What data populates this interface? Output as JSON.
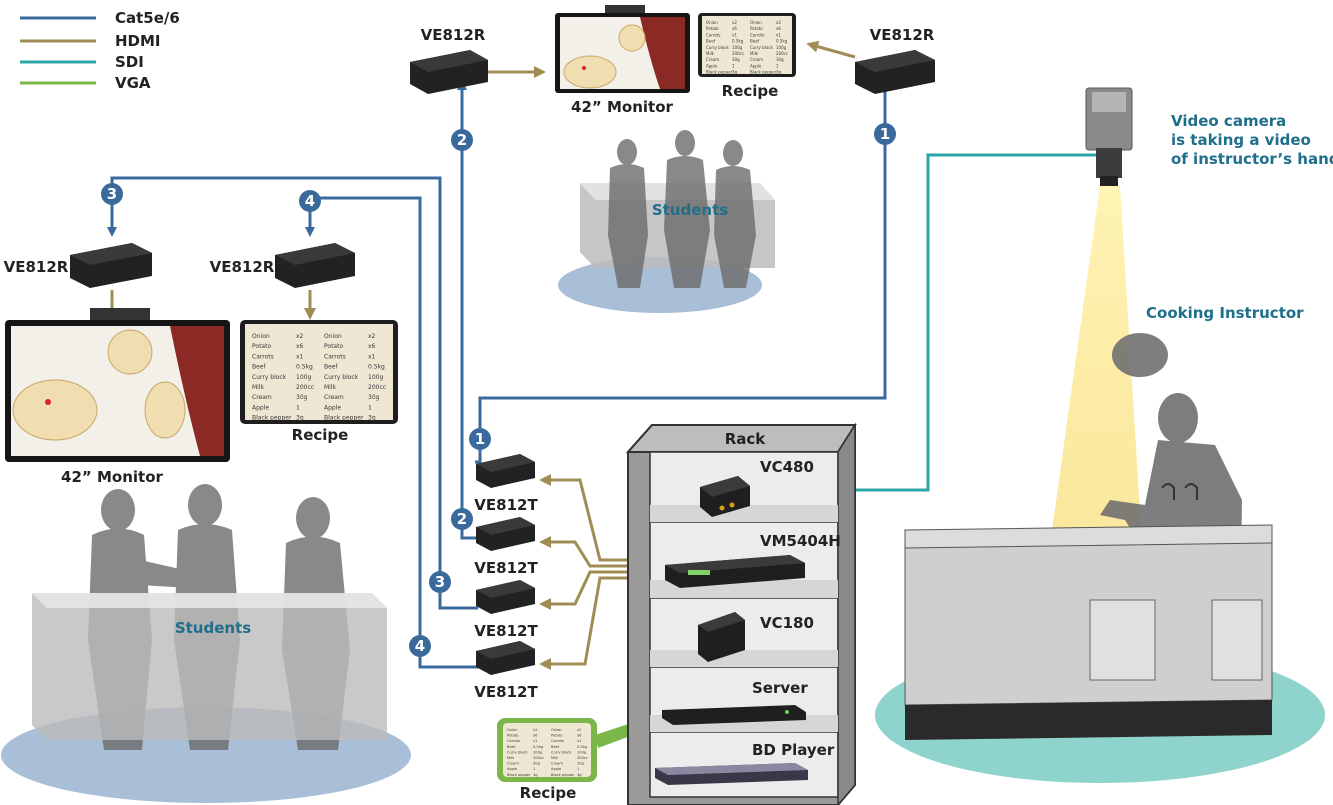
{
  "legend": [
    {
      "label": "Cat5e/6",
      "color": "#3a6a9c"
    },
    {
      "label": "HDMI",
      "color": "#a08c55"
    },
    {
      "label": "SDI",
      "color": "#2aa6a6"
    },
    {
      "label": "VGA",
      "color": "#7ab648"
    }
  ],
  "devices": {
    "receiver_model": "VE812R",
    "transmitter_model": "VE812T",
    "rack_title": "Rack",
    "rack_items": [
      "VC480",
      "VM5404H",
      "VC180",
      "Server",
      "BD Player"
    ]
  },
  "labels": {
    "monitor": "42” Monitor",
    "recipe": "Recipe",
    "students": "Students",
    "camera_note": [
      "Video camera",
      "is taking a video",
      "of instructor’s hands"
    ],
    "instructor": "Cooking Instructor"
  },
  "recipe_rows": [
    {
      "item": "Onion",
      "qty": "x2"
    },
    {
      "item": "Potato",
      "qty": "x6"
    },
    {
      "item": "Carrots",
      "qty": "x1"
    },
    {
      "item": "Beef",
      "qty": "0.5kg"
    },
    {
      "item": "Curry block",
      "qty": "100g"
    },
    {
      "item": "Milk",
      "qty": "200cc"
    },
    {
      "item": "Cream",
      "qty": "30g"
    },
    {
      "item": "Apple",
      "qty": "1"
    },
    {
      "item": "Black pepper",
      "qty": "3g"
    }
  ],
  "link_numbers": [
    "1",
    "2",
    "3",
    "4"
  ]
}
